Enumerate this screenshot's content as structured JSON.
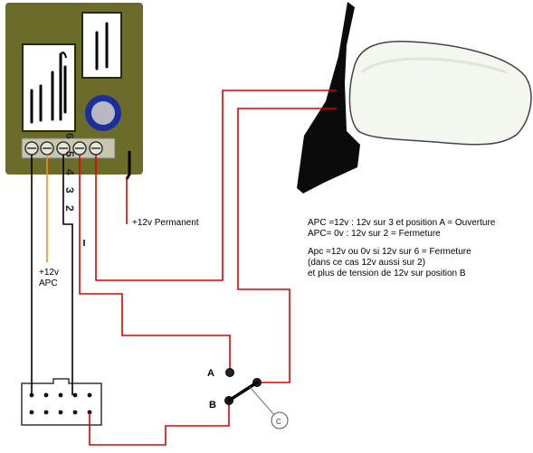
{
  "labels": {
    "permanent": "+12v Permanent",
    "apc_line1": "+12v",
    "apc_line2": "APC",
    "point_a": "A",
    "point_b": "B",
    "point_c": "C",
    "terminal_numbers": "6 5 4 3 2"
  },
  "notes": [
    "APC =12v : 12v sur 3 et position A  = Ouverture",
    "APC= 0v  : 12v sur 2 = Fermeture",
    "",
    "Apc =12v ou 0v si 12v sur 6 = Fermeture",
    "(dans ce cas 12v aussi sur 2)",
    "et plus de tension de 12v sur position B"
  ],
  "colors": {
    "module_body": "#6b6b2a",
    "terminal_strip": "#c7c7b0",
    "wire_red": "#e00000",
    "wire_black": "#000000",
    "wire_orange": "#ff8a1e",
    "button_ring": "#1a2f9e",
    "button_center": "#b8b8c4",
    "mirror_shell": "#f4f7ef"
  }
}
